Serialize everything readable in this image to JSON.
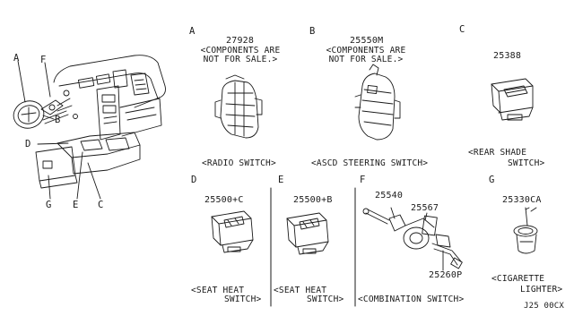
{
  "overview": {
    "callouts": [
      "A",
      "F",
      "B",
      "D",
      "G",
      "E",
      "C"
    ]
  },
  "sections": {
    "A": {
      "letter": "A",
      "part_number": "27928",
      "note": [
        "<COMPONENTS ARE",
        "NOT FOR SALE.>"
      ],
      "caption": "<RADIO SWITCH>"
    },
    "B": {
      "letter": "B",
      "part_number": "25550M",
      "note": [
        "<COMPONENTS ARE",
        "NOT FOR SALE.>"
      ],
      "caption": "<ASCD STEERING SWITCH>"
    },
    "C": {
      "letter": "C",
      "part_number": "25388",
      "caption": [
        "<REAR SHADE",
        "SWITCH>"
      ]
    },
    "D": {
      "letter": "D",
      "part_number": "25500+C",
      "caption": [
        "<SEAT HEAT",
        "SWITCH>"
      ]
    },
    "E": {
      "letter": "E",
      "part_number": "25500+B",
      "caption": [
        "<SEAT HEAT",
        "SWITCH>"
      ]
    },
    "F": {
      "letter": "F",
      "part_numbers": [
        "25540",
        "25567",
        "25260P"
      ],
      "caption": "<COMBINATION SWITCH>"
    },
    "G": {
      "letter": "G",
      "part_number": "25330CA",
      "caption": [
        "<CIGARETTE",
        "LIGHTER>"
      ]
    }
  },
  "diagram_code": "J25 00CX",
  "colors": {
    "ink": "#1a1a1a",
    "background": "#ffffff"
  }
}
